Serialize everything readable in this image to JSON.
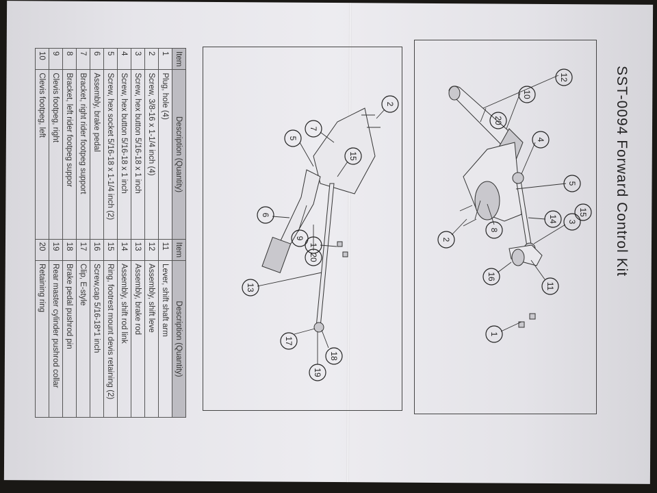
{
  "document": {
    "title": "SST-0094 Forward Control Kit"
  },
  "table": {
    "headers": [
      "Item",
      "Description (Quantity)",
      "Item",
      "Description (Quantity)"
    ],
    "rows": [
      {
        "item1": "1",
        "desc1": "Plug, hole (4)",
        "item2": "11",
        "desc2": "Lever, shift shaft arm"
      },
      {
        "item1": "2",
        "desc1": "Screw, 3/8-16 x 1-1/4 inch (4)",
        "item2": "12",
        "desc2": "Assembly, shift leve"
      },
      {
        "item1": "3",
        "desc1": "Screw, hex button 5/16-18 x 1 inch",
        "item2": "13",
        "desc2": "Assembly, brake rod"
      },
      {
        "item1": "4",
        "desc1": "Screw, hex button 5/16-18 x 1 inch",
        "item2": "14",
        "desc2": "Assembly, shift rod link"
      },
      {
        "item1": "5",
        "desc1": "Screw, hex socket 5/16-18 x 1-1/4 inch (2)",
        "item2": "15",
        "desc2": "Ring, footrest mount devis retaining (2)"
      },
      {
        "item1": "6",
        "desc1": "Assembly, brake pedal",
        "item2": "16",
        "desc2": "Screw,cap 5/16-18*1 inch"
      },
      {
        "item1": "7",
        "desc1": "Bracket, right rider footpeg support",
        "item2": "17",
        "desc2": "Clip, E-style"
      },
      {
        "item1": "8",
        "desc1": "Bracket, left rider footpeg suppor",
        "item2": "18",
        "desc2": "Brake pedal pushrod pin"
      },
      {
        "item1": "9",
        "desc1": "Clevis footpeg, right",
        "item2": "19",
        "desc2": "Rear master cylinder pushrod collar"
      },
      {
        "item1": "10",
        "desc1": "Clevis footpeg, left",
        "item2": "20",
        "desc2": "Retaining ring"
      }
    ]
  },
  "callouts": {
    "c1": "1",
    "c2": "2",
    "c3": "3",
    "c4": "4",
    "c5": "5",
    "c6": "6",
    "c7": "7",
    "c8": "8",
    "c9": "9",
    "c10": "10",
    "c11": "11",
    "c12": "12",
    "c13": "13",
    "c14": "14",
    "c15": "15",
    "c16": "16",
    "c17": "17",
    "c18": "18",
    "c19": "19",
    "c20": "20"
  }
}
